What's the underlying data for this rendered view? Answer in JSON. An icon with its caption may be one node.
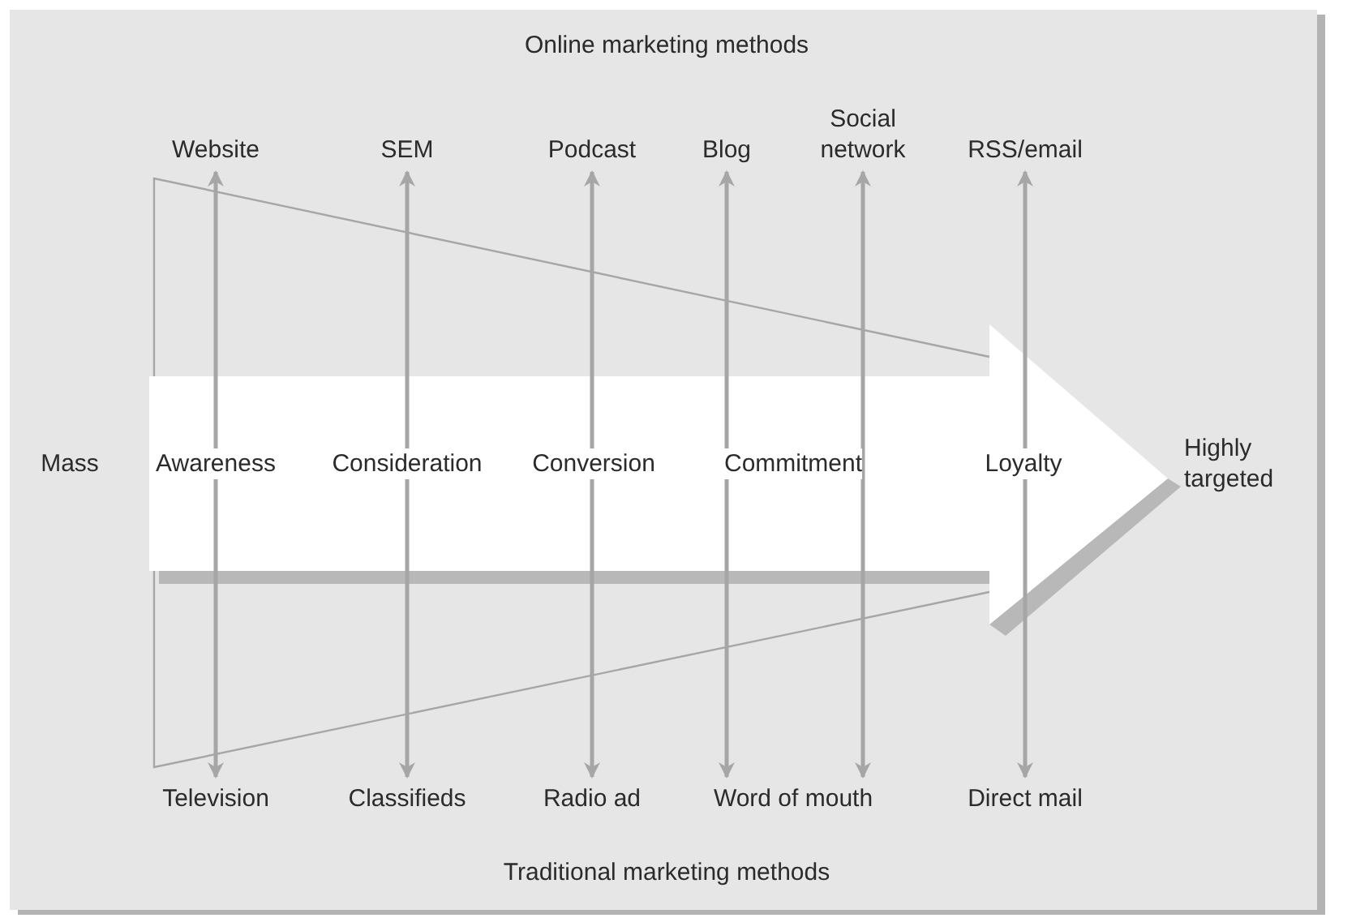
{
  "diagram": {
    "nodes": [
      {
        "text": [
          "Website"
        ]
      },
      {
        "text": [
          "SEM"
        ]
      },
      {
        "text": [
          "Podcast"
        ]
      },
      {
        "text": [
          "Blog"
        ]
      },
      {
        "text": [
          "Social network"
        ]
      },
      {
        "text": [
          "RSS/email"
        ]
      },
      {
        "text": [
          "Television"
        ]
      },
      {
        "text": [
          "Classifieds"
        ]
      },
      {
        "text": [
          "Radio ad"
        ]
      },
      {
        "text": [
          "Word of mouth"
        ]
      },
      {
        "text": [
          "Direct mail"
        ]
      }
    ],
    "edges": [
      {
        "from": 0,
        "to": 6,
        "arrow": "both"
      },
      {
        "from": 1,
        "to": 7,
        "arrow": "both"
      },
      {
        "from": 2,
        "to": 8,
        "arrow": "both"
      },
      {
        "from": 3,
        "to": 9,
        "arrow": "both"
      },
      {
        "from": 4,
        "to": 9,
        "arrow": "both"
      },
      {
        "from": 5,
        "to": 10,
        "arrow": "both"
      }
    ],
    "labels": [
      "Online marketing methods",
      "Mass",
      "Awareness",
      "Consideration",
      "Conversion",
      "Commitment",
      "Loyalty",
      "Highly targeted",
      "Traditional marketing methods"
    ]
  }
}
